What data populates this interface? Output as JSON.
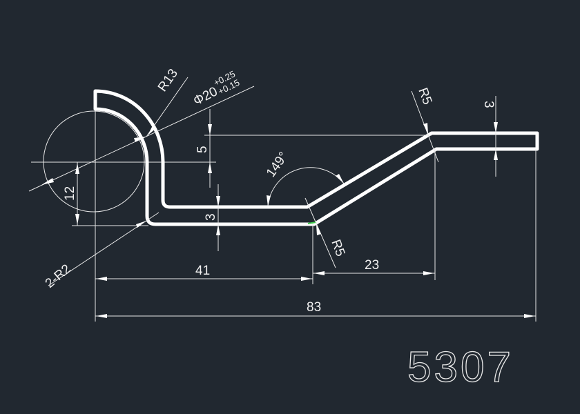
{
  "drawing": {
    "part_number": "5307",
    "colors": {
      "background": "#212830",
      "lines": "#ffffff",
      "accent": "#3cc84a"
    },
    "dimensions": {
      "outer_radius": "R13",
      "hole_diameter": "Φ20",
      "hole_tol_upper": "+0.25",
      "hole_tol_lower": "+0.15",
      "offset_vertical": "5",
      "hole_offset": "12",
      "thickness_left": "3",
      "bend_angle": "149°",
      "bend_radius_top": "R5",
      "bend_radius_bottom": "R5",
      "thickness_right": "3",
      "corner_radii": "2-R2",
      "length_left": "41",
      "length_slope": "23",
      "overall_length": "83"
    }
  }
}
